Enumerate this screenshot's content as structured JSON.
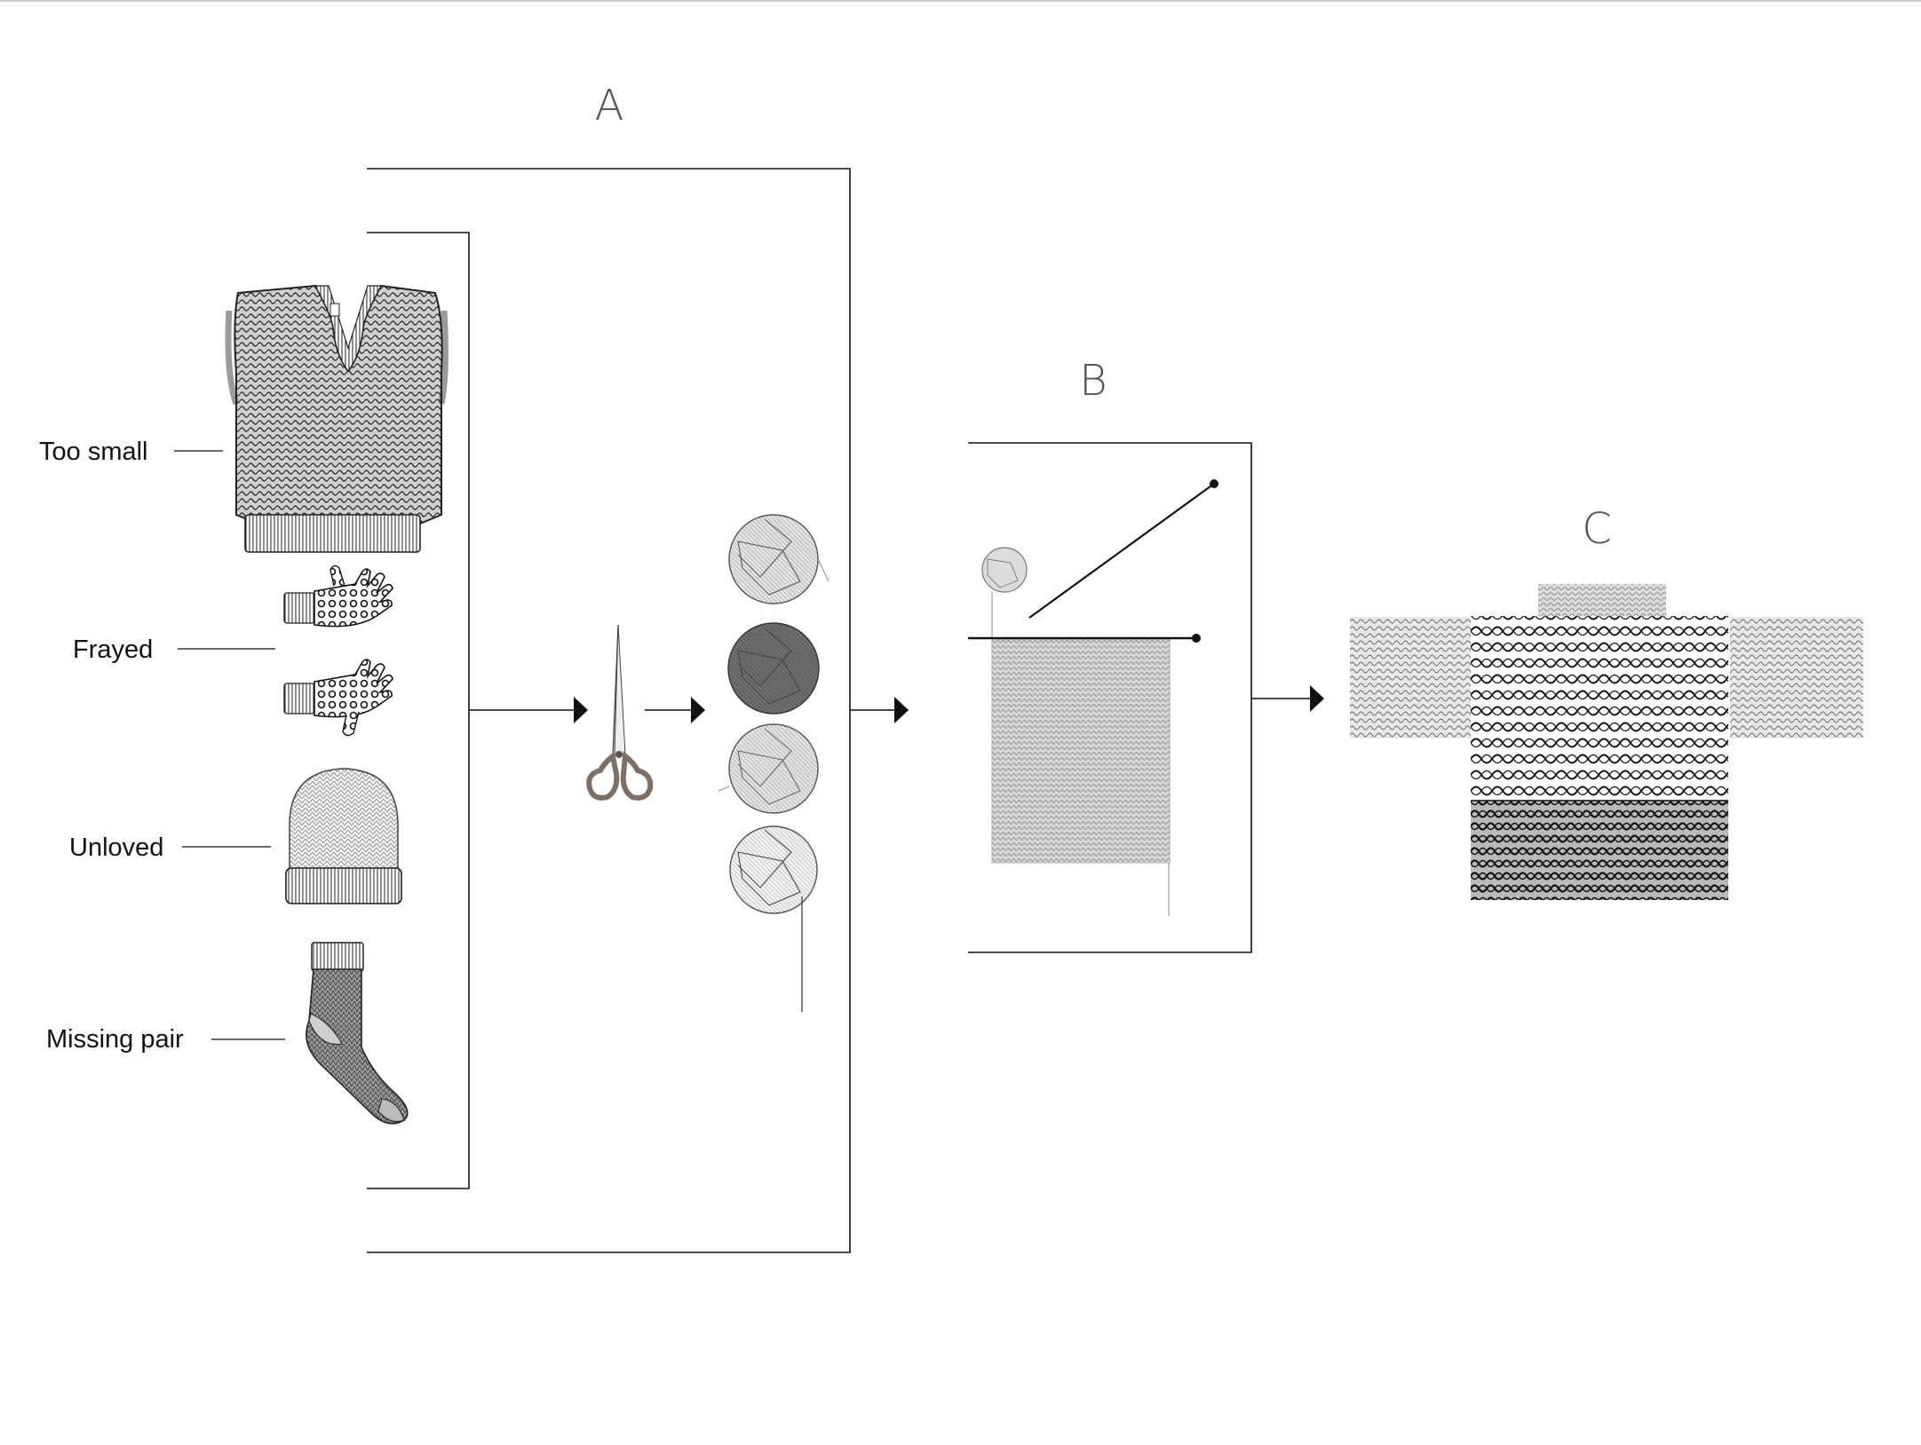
{
  "stages": {
    "a": "A",
    "b": "B",
    "c": "C"
  },
  "garments": {
    "vest": "Too small",
    "gloves": "Frayed",
    "hat": "Unloved",
    "sock": "Missing pair"
  },
  "icons": {
    "vest": "knit-vest-icon",
    "gloves": "knit-gloves-icon",
    "hat": "knit-hat-icon",
    "sock": "knit-sock-icon",
    "scissors": "scissors-icon",
    "yarn": "yarn-ball-icon",
    "knitting": "knitting-needles-icon",
    "sweater": "sweater-icon"
  },
  "colors": {
    "line": "#111111",
    "yarn_dark": "#6f6f6f",
    "yarn_light": "#e4e4e4",
    "scissors_handle": "#7a7068"
  }
}
